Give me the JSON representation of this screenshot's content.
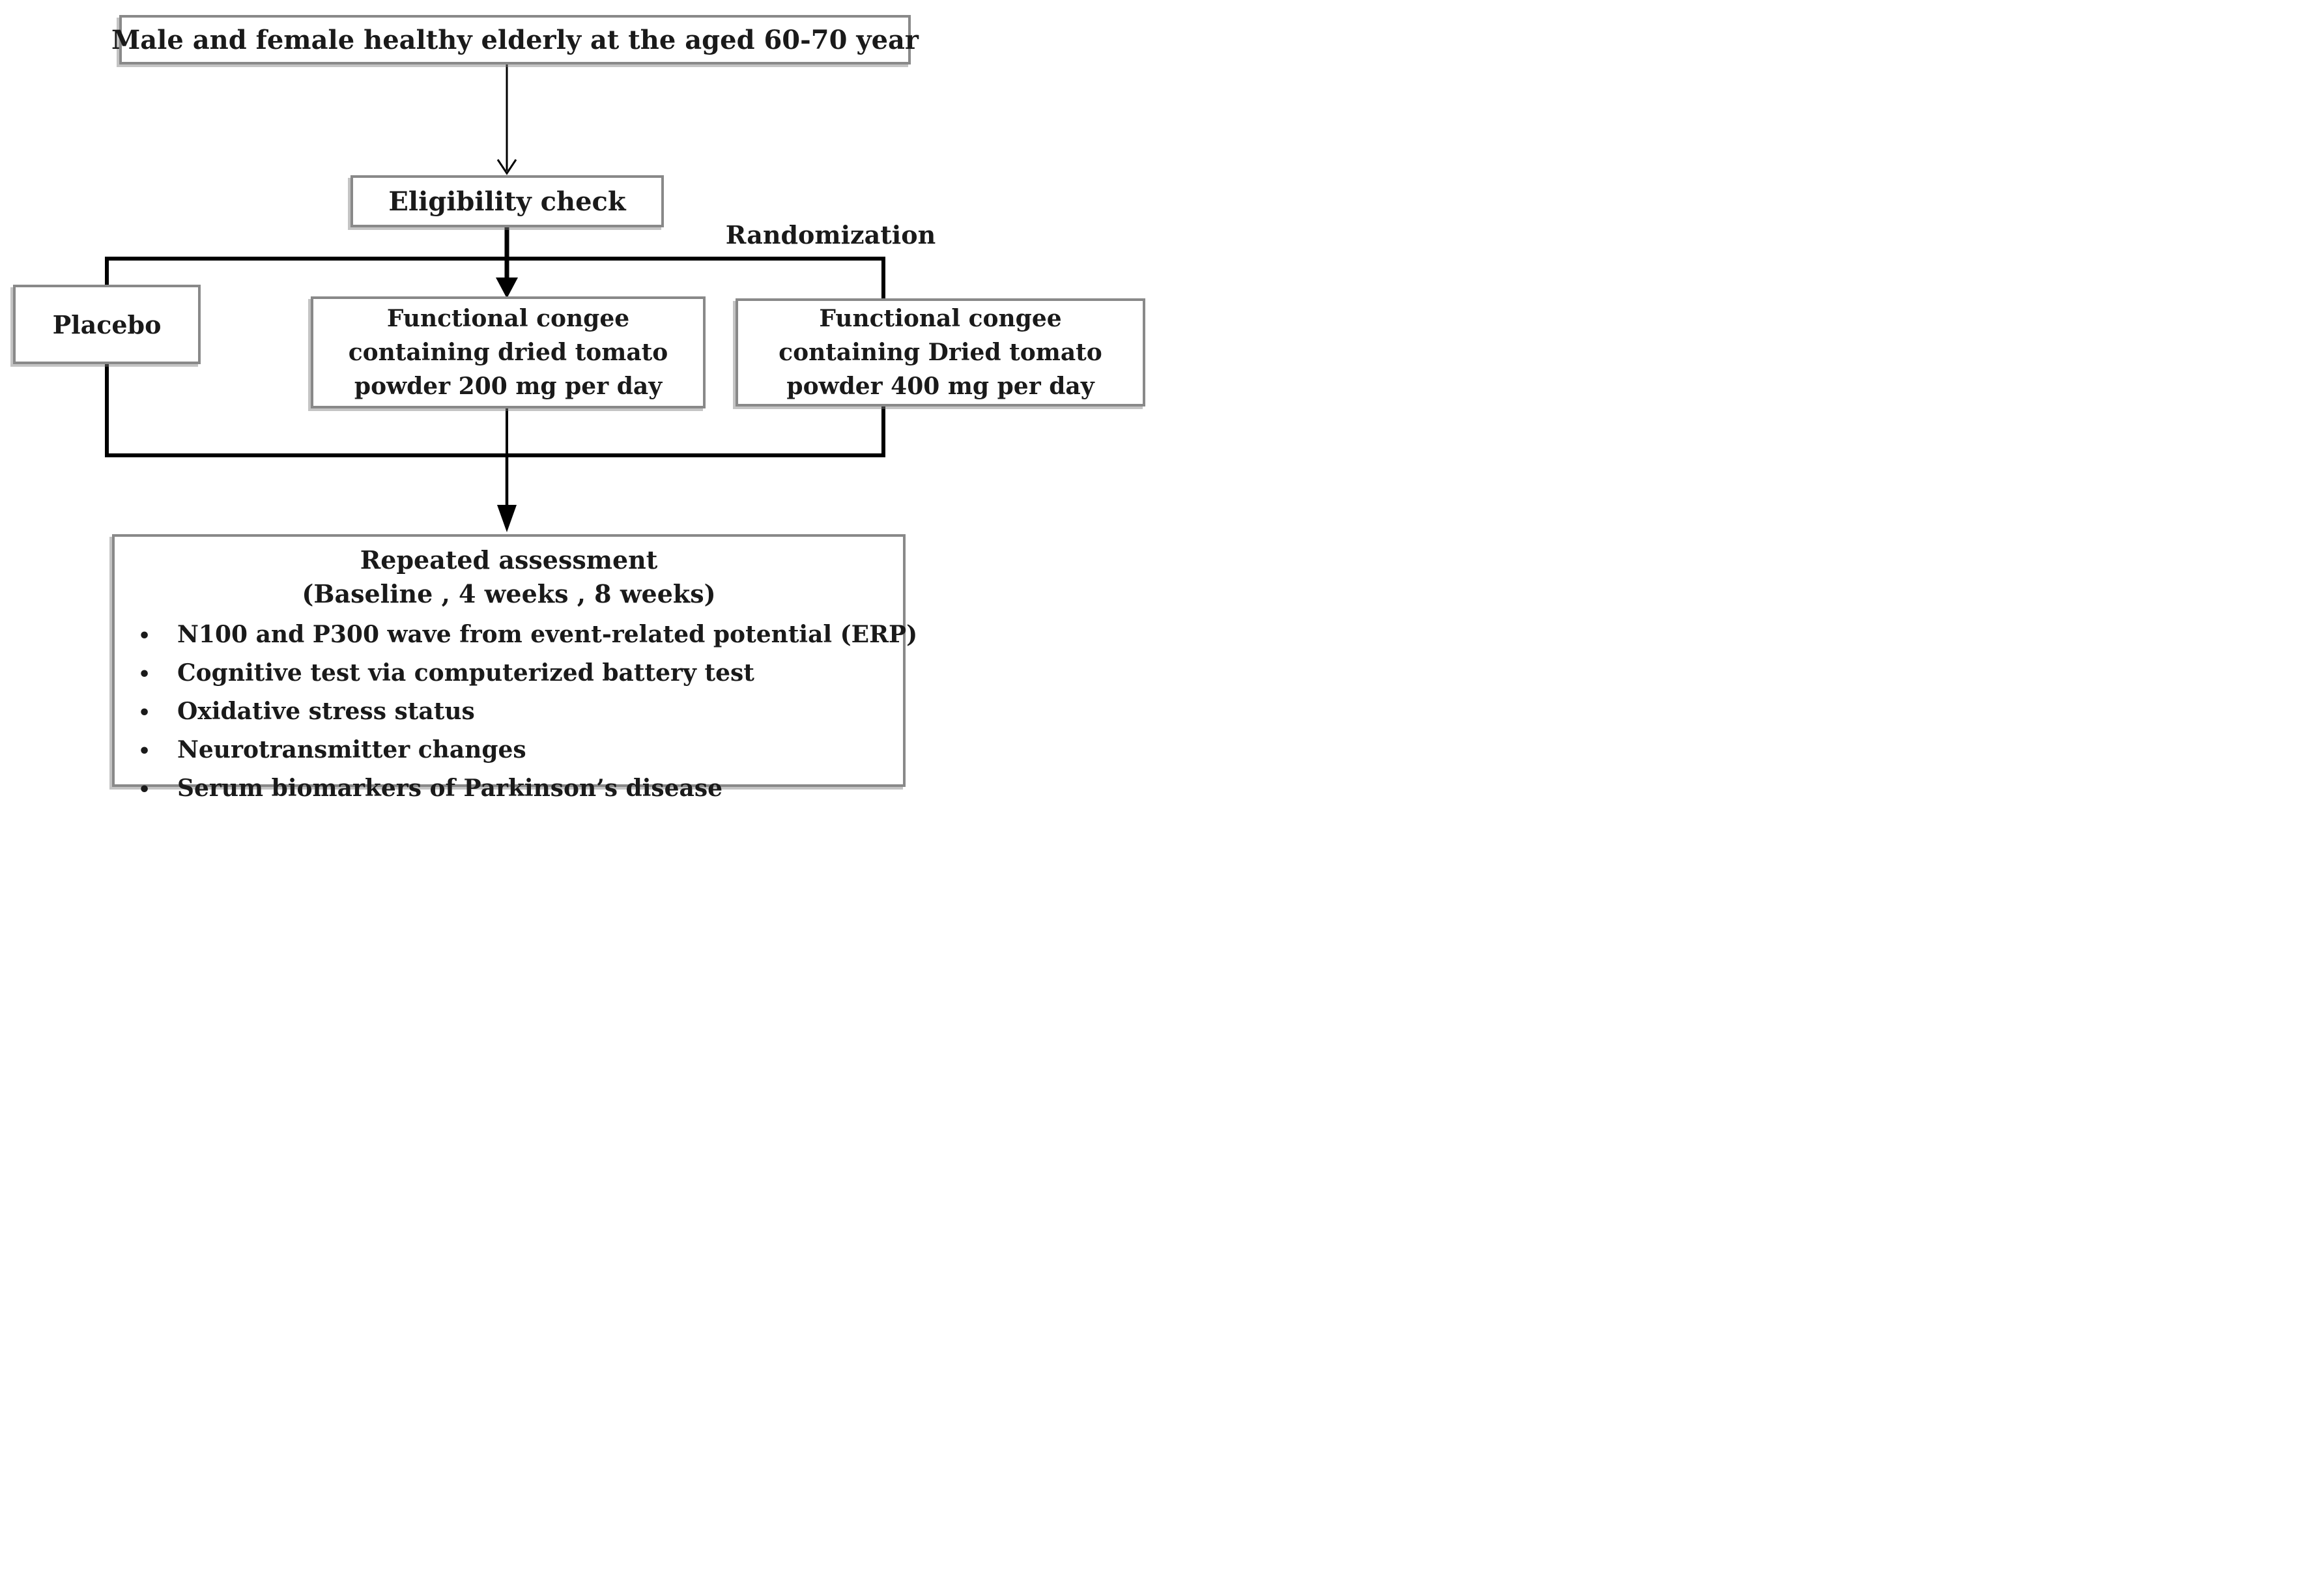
{
  "diagram": {
    "population_label": "Male and female healthy elderly at the aged 60-70 year",
    "eligibility_label": "Eligibility check",
    "randomization_label": "Randomization",
    "placebo_label": "Placebo",
    "arm_200": {
      "lines": [
        "Functional congee",
        "containing dried tomato",
        "powder 200 mg per day"
      ]
    },
    "arm_400": {
      "lines": [
        "Functional congee",
        "containing Dried tomato",
        "powder 400 mg per day"
      ]
    },
    "assessment": {
      "title": "Repeated assessment",
      "subtitle": "(Baseline , 4 weeks , 8 weeks)",
      "bullet": "•",
      "items": [
        "N100 and P300 wave from event-related potential (ERP)",
        "Cognitive test via computerized battery test",
        "Oxidative stress status",
        "Neurotransmitter changes",
        "Serum biomarkers of Parkinson’s disease"
      ]
    },
    "colors": {
      "line": "#000000",
      "box_border": "#898989",
      "text": "#1a1a1a",
      "background": "#ffffff"
    }
  }
}
